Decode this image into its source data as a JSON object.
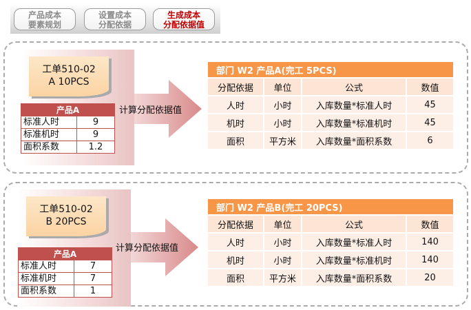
{
  "tabs": [
    {
      "line1": "产品成本",
      "line2": "要素规划"
    },
    {
      "line1": "设置成本",
      "line2": "分配依据"
    },
    {
      "line1": "生成成本",
      "line2": "分配依据值"
    }
  ],
  "arrow_label": "计算分配依据值",
  "panels": [
    {
      "order_line1": "工单510-02",
      "order_line2": "A 10PCS",
      "product_title": "产品A",
      "product_rows": [
        {
          "k": "标准人时",
          "v": "9"
        },
        {
          "k": "标准机时",
          "v": "9"
        },
        {
          "k": "面积系数",
          "v": "1.2"
        }
      ],
      "table_title": "部门 W2 产品A(完工 5PCS)",
      "columns": [
        "分配依据",
        "单位",
        "公式",
        "数值"
      ],
      "rows": [
        [
          "人时",
          "小时",
          "入库数量*标准人时",
          "45"
        ],
        [
          "机时",
          "小时",
          "入库数量*标准机时",
          "45"
        ],
        [
          "面积",
          "平方米",
          "入库数量*面积系数",
          "6"
        ]
      ]
    },
    {
      "order_line1": "工单510-02",
      "order_line2": "B 20PCS",
      "product_title": "产品A",
      "product_rows": [
        {
          "k": "标准人时",
          "v": "7"
        },
        {
          "k": "标准机时",
          "v": "7"
        },
        {
          "k": "面积系数",
          "v": "1"
        }
      ],
      "table_title": "部门 W2 产品B(完工 20PCS)",
      "columns": [
        "分配依据",
        "单位",
        "公式",
        "数值"
      ],
      "rows": [
        [
          "人时",
          "小时",
          "入库数量*标准人时",
          "140"
        ],
        [
          "机时",
          "小时",
          "入库数量*标准机时",
          "140"
        ],
        [
          "面积",
          "平方米",
          "入库数量*面积系数",
          "20"
        ]
      ]
    }
  ]
}
